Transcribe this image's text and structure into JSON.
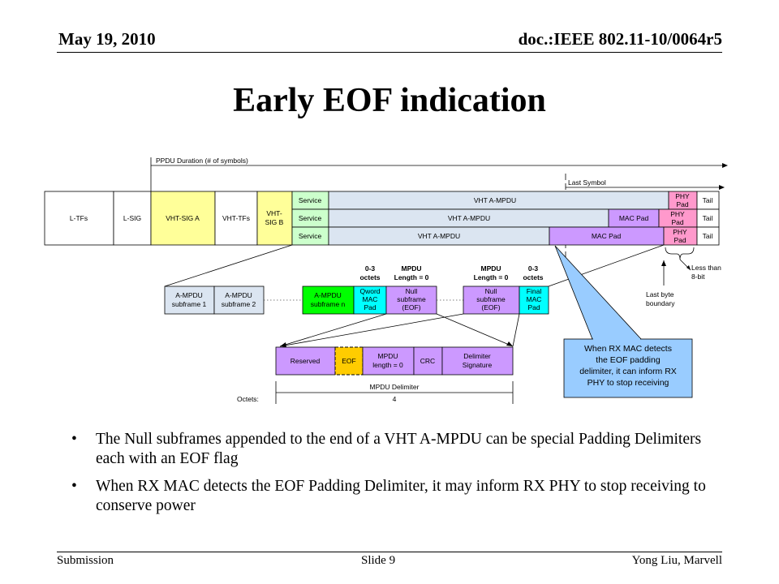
{
  "header": {
    "date": "May 19, 2010",
    "doc": "doc.:IEEE 802.11-10/0064r5"
  },
  "title": "Early EOF indication",
  "diagram": {
    "ppdu_duration": "PPDU Duration (# of symbols)",
    "last_symbol": "Last Symbol",
    "ltfs": "L-TFs",
    "lsig": "L-SIG",
    "vhtsiga": "VHT-SIG A",
    "vhttfs": "VHT-TFs",
    "vhtsigb_1": "VHT-",
    "vhtsigb_2": "SIG B",
    "service": "Service",
    "vht_ampdu": "VHT A-MPDU",
    "mac_pad": "MAC Pad",
    "phy": "PHY",
    "pad": "Pad",
    "tail": "Tail",
    "less_than_1": "Less than",
    "less_than_2": "8-bit",
    "last_byte_1": "Last byte",
    "last_byte_2": "boundary",
    "lbl_03_1": "0-3",
    "lbl_03_2": "octets",
    "lbl_mpdu_1": "MPDU",
    "lbl_mpdu_2": "Length = 0",
    "sf1_1": "A-MPDU",
    "sf1_2": "subframe 1",
    "sf2_1": "A-MPDU",
    "sf2_2": "subframe 2",
    "sfn_1": "A-MPDU",
    "sfn_2": "subframe n",
    "qword_1": "Qword",
    "qword_2": "MAC",
    "qword_3": "Pad",
    "null_1": "Null",
    "null_2": "subframe",
    "null_3": "(EOF)",
    "final_1": "Final",
    "final_2": "MAC",
    "final_3": "Pad",
    "reserved": "Reserved",
    "eof": "EOF",
    "mpdu_len_1": "MPDU",
    "mpdu_len_2": "length = 0",
    "crc": "CRC",
    "delim_sig_1": "Delimiter",
    "delim_sig_2": "Signature",
    "mpdu_delimiter": "MPDU Delimiter",
    "octets": "Octets:",
    "octets_val": "4",
    "callout_1": "When RX MAC detects",
    "callout_2": "the EOF padding",
    "callout_3": "delimiter, it can inform RX",
    "callout_4": "PHY to stop receiving",
    "colors": {
      "sig_yellow": "#ffff99",
      "service_green": "#ccffcc",
      "ampdu_blue": "#dbe5f1",
      "mac_pad_purple": "#cc99ff",
      "phy_pad_pink": "#ff99cc",
      "subframe_green": "#00ff00",
      "cyan": "#00ffff",
      "eof_orange": "#ffcc00",
      "callout_blue": "#99ccff"
    }
  },
  "bullets": [
    "The Null subframes appended to the end of a VHT A-MPDU can be special Padding Delimiters each with an EOF flag",
    "When RX MAC detects the EOF Padding Delimiter, it may inform RX PHY to stop receiving to conserve power"
  ],
  "footer": {
    "left": "Submission",
    "mid": "Slide 9",
    "right": "Yong Liu, Marvell"
  }
}
